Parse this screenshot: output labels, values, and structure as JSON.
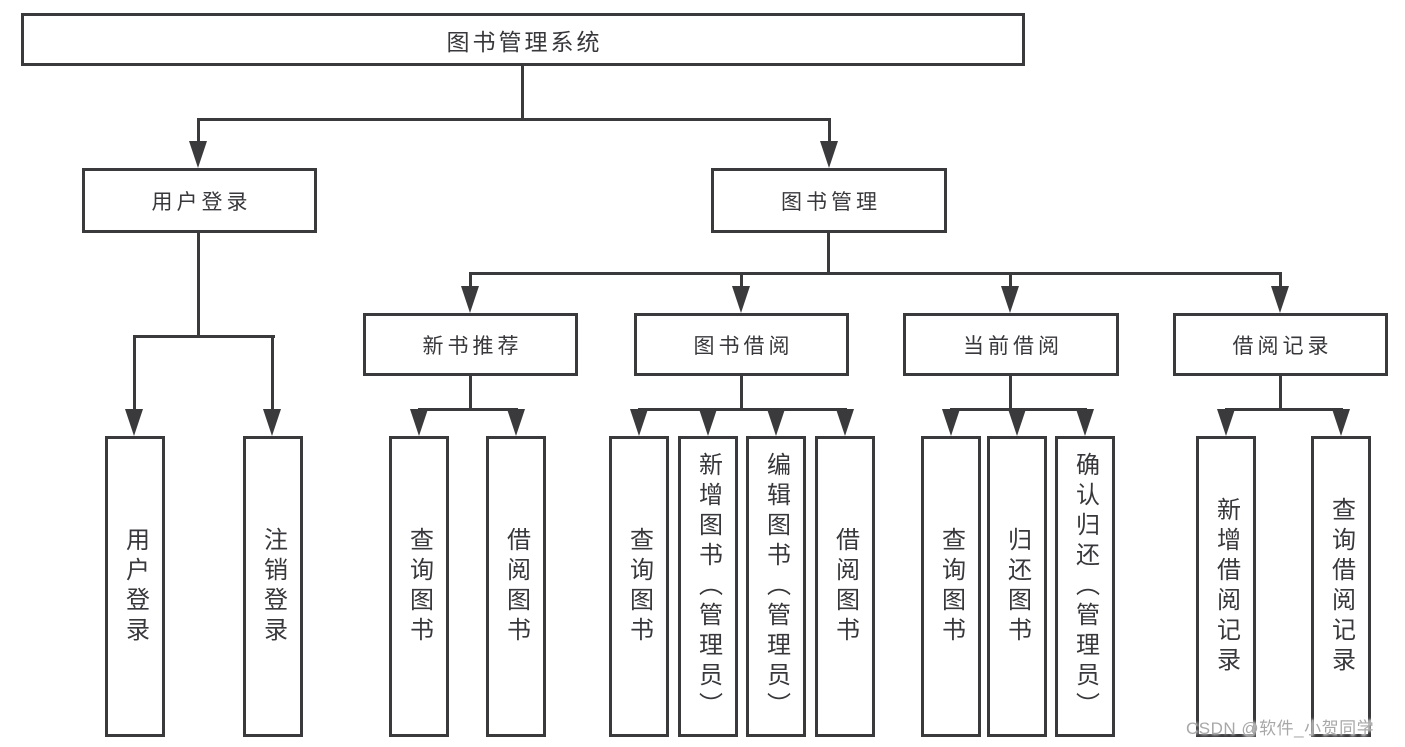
{
  "root": {
    "label": "图书管理系统"
  },
  "user_branch": {
    "label": "用户登录",
    "children": [
      {
        "label": "用户登录"
      },
      {
        "label": "注销登录"
      }
    ]
  },
  "book_branch": {
    "label": "图书管理",
    "sections": [
      {
        "label": "新书推荐",
        "children": [
          {
            "label": "查询图书"
          },
          {
            "label": "借阅图书"
          }
        ]
      },
      {
        "label": "图书借阅",
        "children": [
          {
            "label": "查询图书"
          },
          {
            "label": "新增图书（管理员）"
          },
          {
            "label": "编辑图书（管理员）"
          },
          {
            "label": "借阅图书"
          }
        ]
      },
      {
        "label": "当前借阅",
        "children": [
          {
            "label": "查询图书"
          },
          {
            "label": "归还图书"
          },
          {
            "label": "确认归还（管理员）"
          }
        ]
      },
      {
        "label": "借阅记录",
        "children": [
          {
            "label": "新增借阅记录"
          },
          {
            "label": "查询借阅记录"
          }
        ]
      }
    ]
  },
  "watermark": {
    "text": "CSDN @软件_小贺同学"
  },
  "colors": {
    "line": "#3a3a3c",
    "text": "#38383c",
    "background": "#ffffff",
    "watermark": "#a8a8a8"
  }
}
